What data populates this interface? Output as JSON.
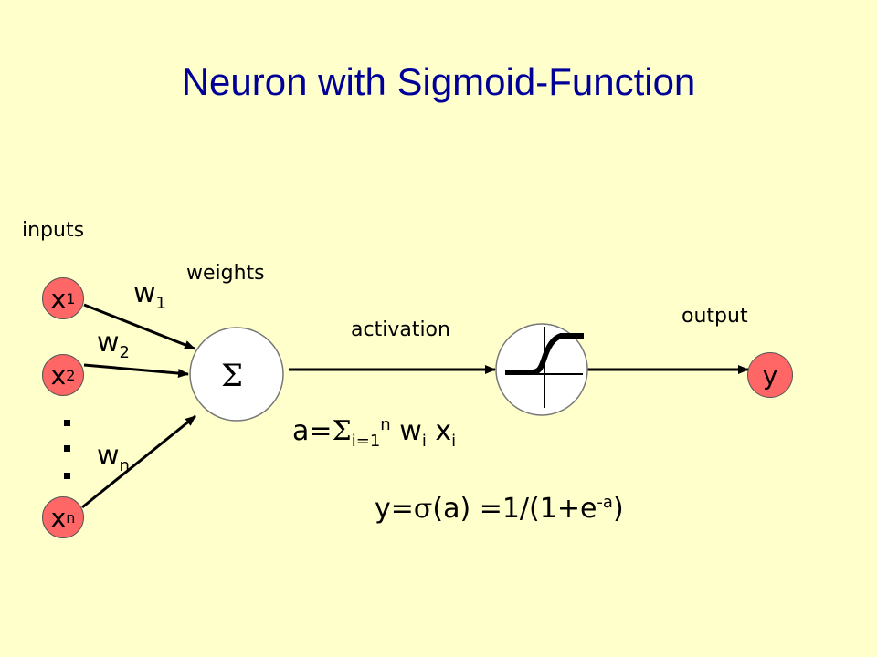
{
  "title": "Neuron with Sigmoid-Function",
  "labels": {
    "inputs": "inputs",
    "weights": "weights",
    "activation": "activation",
    "output": "output"
  },
  "inputs": [
    {
      "base": "x",
      "sub": "1"
    },
    {
      "base": "x",
      "sub": "2"
    },
    {
      "base": "x",
      "sub": "n"
    }
  ],
  "weights": [
    {
      "base": "w",
      "sub": "1"
    },
    {
      "base": "w",
      "sub": "2"
    },
    {
      "base": "w",
      "sub": "n"
    }
  ],
  "sum_symbol": "Σ",
  "output_node": "y",
  "formula_activation": {
    "prefix": "a=",
    "sigma": "Σ",
    "lower": "i=1",
    "upper": "n",
    "w": "w",
    "w_sub": "i",
    "x": "x",
    "x_sub": "i"
  },
  "formula_output": {
    "prefix": "y=",
    "sigma": "σ",
    "mid": "(a) =1/(1+e",
    "exp": "-a",
    "end": ")"
  },
  "colors": {
    "background": "#ffffcc",
    "title": "#000099",
    "input_node": "#ff6666",
    "sum_node": "#ffffff"
  }
}
